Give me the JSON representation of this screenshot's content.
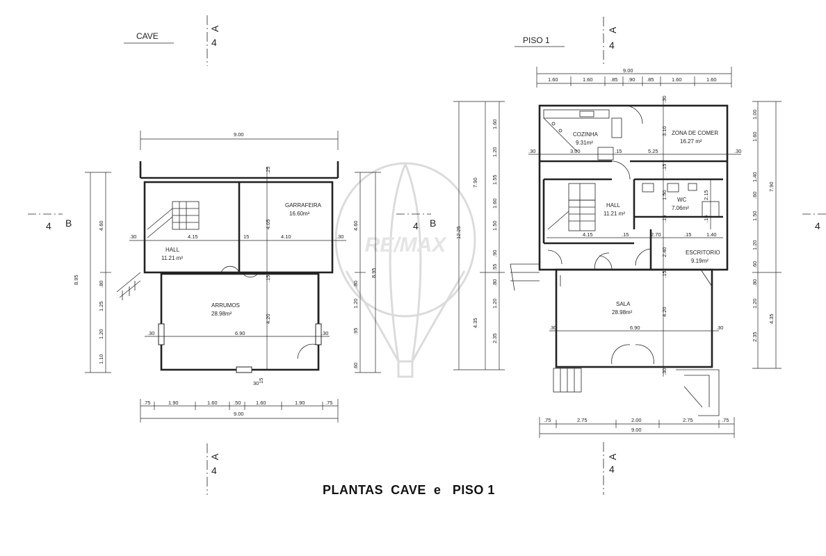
{
  "title": "PLANTAS  CAVE  e   PISO 1",
  "watermark": "RE/MAX",
  "cave": {
    "label": "CAVE",
    "section_a": "A",
    "section_b": "B",
    "section_num": "4",
    "rooms": {
      "garrafeira": {
        "name": "GARRAFEIRA",
        "area": "16.60m²"
      },
      "hall": {
        "name": "HALL",
        "area": "11.21 m²"
      },
      "arrumos": {
        "name": "ARRUMOS",
        "area": "28.98m²"
      }
    },
    "dims": {
      "top_total": "9.00",
      "bottom_total": "9.00",
      "bottom": [
        ".75",
        "1.90",
        "1.60",
        ".50",
        "1.60",
        "1.90",
        ".75"
      ],
      "h_415": "4.15",
      "h_15": "15",
      "h_410": "4.10",
      "h_30a": ".30",
      "h_30b": ".30",
      "h_690": "6.90",
      "h_30c": ".30",
      "h_30d": ".30",
      "v_405": "4.05",
      "v_25": ".25",
      "v_15": ".15",
      "v_420": "4.20",
      "left_460": "4.60",
      "left_895": "8.95",
      "left_seq": [
        ".80",
        "1.25",
        "1.20",
        "1.10"
      ],
      "right_460": "4.60",
      "right_895": "8.95",
      "right_seq": [
        ".80",
        "1.20",
        ".95",
        ".60"
      ],
      "misc_30": "30",
      "misc_15": "15"
    }
  },
  "piso": {
    "label": "PISO 1",
    "rooms": {
      "cozinha": {
        "name": "COZINHA",
        "area": "9.31m²"
      },
      "zona": {
        "name": "ZONA DE COMER",
        "area": "16.27 m²"
      },
      "hall": {
        "name": "HALL",
        "area": "11.21 m²"
      },
      "wc": {
        "name": "WC",
        "area": "7.06m²"
      },
      "escritorio": {
        "name": "ESCRITORIO",
        "area": "9.19m²"
      },
      "sala": {
        "name": "SALA",
        "area": "28.98m²"
      }
    },
    "dims": {
      "top_total": "9.00",
      "top": [
        "1.60",
        "1.60",
        ".85",
        ".90",
        ".85",
        "1.60",
        "1.60"
      ],
      "bottom_total": "9.00",
      "bottom": [
        ".75",
        "2.75",
        "2.00",
        "2.75",
        ".75"
      ],
      "h_300": "3.00",
      "h_15a": ".15",
      "h_525": "5.25",
      "h_30a": ".30",
      "h_30b": ".30",
      "h_415": "4.15",
      "h_15b": ".15",
      "h_270": "2.70",
      "h_15c": ".15",
      "h_140": "1.40",
      "h_690": "6.90",
      "h_30c": ".30",
      "h_30d": ".30",
      "v_30": ".30",
      "v_310": "3.10",
      "v_15a": ".15",
      "v_150": "1.50",
      "v_15b": ".15",
      "v_240": "2.40",
      "v_15c": ".15",
      "v_420": "4.20",
      "v_30b": ".30",
      "v_215": "2.15",
      "v_15d": ".15",
      "left_1225": "12.25",
      "left_790": "7.90",
      "left_435": "4.35",
      "left_seq": [
        "1.60",
        "1.20",
        "1.55",
        "1.60",
        "1.50",
        ".90",
        ".55",
        ".80",
        "1.20",
        "2.35"
      ],
      "right_790": "7.90",
      "right_435": "4.35",
      "right_seq": [
        "1.00",
        "1.60",
        "1.40",
        ".60",
        "1.50",
        "1.20",
        ".60",
        ".80",
        "1.20",
        "2.35"
      ]
    }
  }
}
